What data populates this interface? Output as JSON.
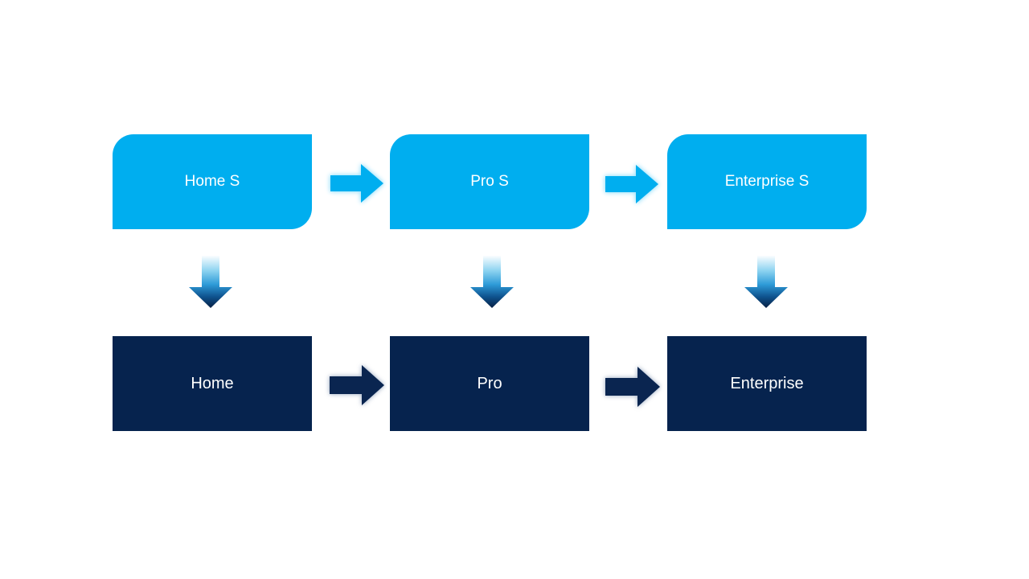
{
  "colors": {
    "background": "#FFFFFF",
    "top_box_fill": "#00AEEF",
    "bottom_box_fill": "#06234E",
    "box_text": "#FFFFFF",
    "top_arrow_fill": "#00AEEF",
    "top_arrow_glow": "#9FE1FB",
    "bottom_arrow_fill": "#0A2550",
    "down_arrow_gradient_top": "#FBFDFF",
    "down_arrow_gradient_mid": "#2E9BD8",
    "down_arrow_gradient_bottom": "#071F44"
  },
  "diagram": {
    "columns": [
      {
        "top": "Home S",
        "bottom": "Home"
      },
      {
        "top": "Pro S",
        "bottom": "Pro"
      },
      {
        "top": "Enterprise S",
        "bottom": "Enterprise"
      }
    ]
  }
}
